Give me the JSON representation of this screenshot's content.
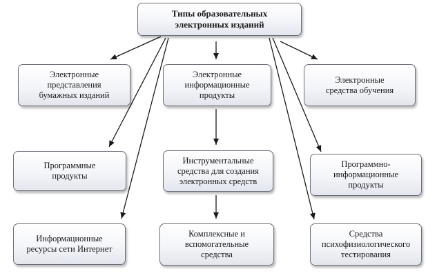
{
  "root": {
    "label": "Типы образовательных\nэлектронных изданий"
  },
  "nodes": {
    "paper_representations": "Электронные\nпредставления\nбумажных изданий",
    "info_products": "Электронные\nинформационные\nпродукты",
    "learning_tools": "Электронные\nсредства обучения",
    "software_products": "Программные\nпродукты",
    "instrumental_tools": "Инструментальные\nсредства для создания\nэлектронных средств",
    "software_info_products": "Программно-\nинформационные\nпродукты",
    "internet_resources": "Информационные\nресурсы сети Интернет",
    "complex_tools": "Комплексные и\nвспомогательные\nсредства",
    "psycho_testing": "Средства\nпсихофизиологического\nтестирования"
  },
  "colors": {
    "border": "#6b6f78",
    "arrow": "#1a1a1a",
    "box_top": "#ffffff",
    "box_bottom": "#e4e6ee"
  }
}
